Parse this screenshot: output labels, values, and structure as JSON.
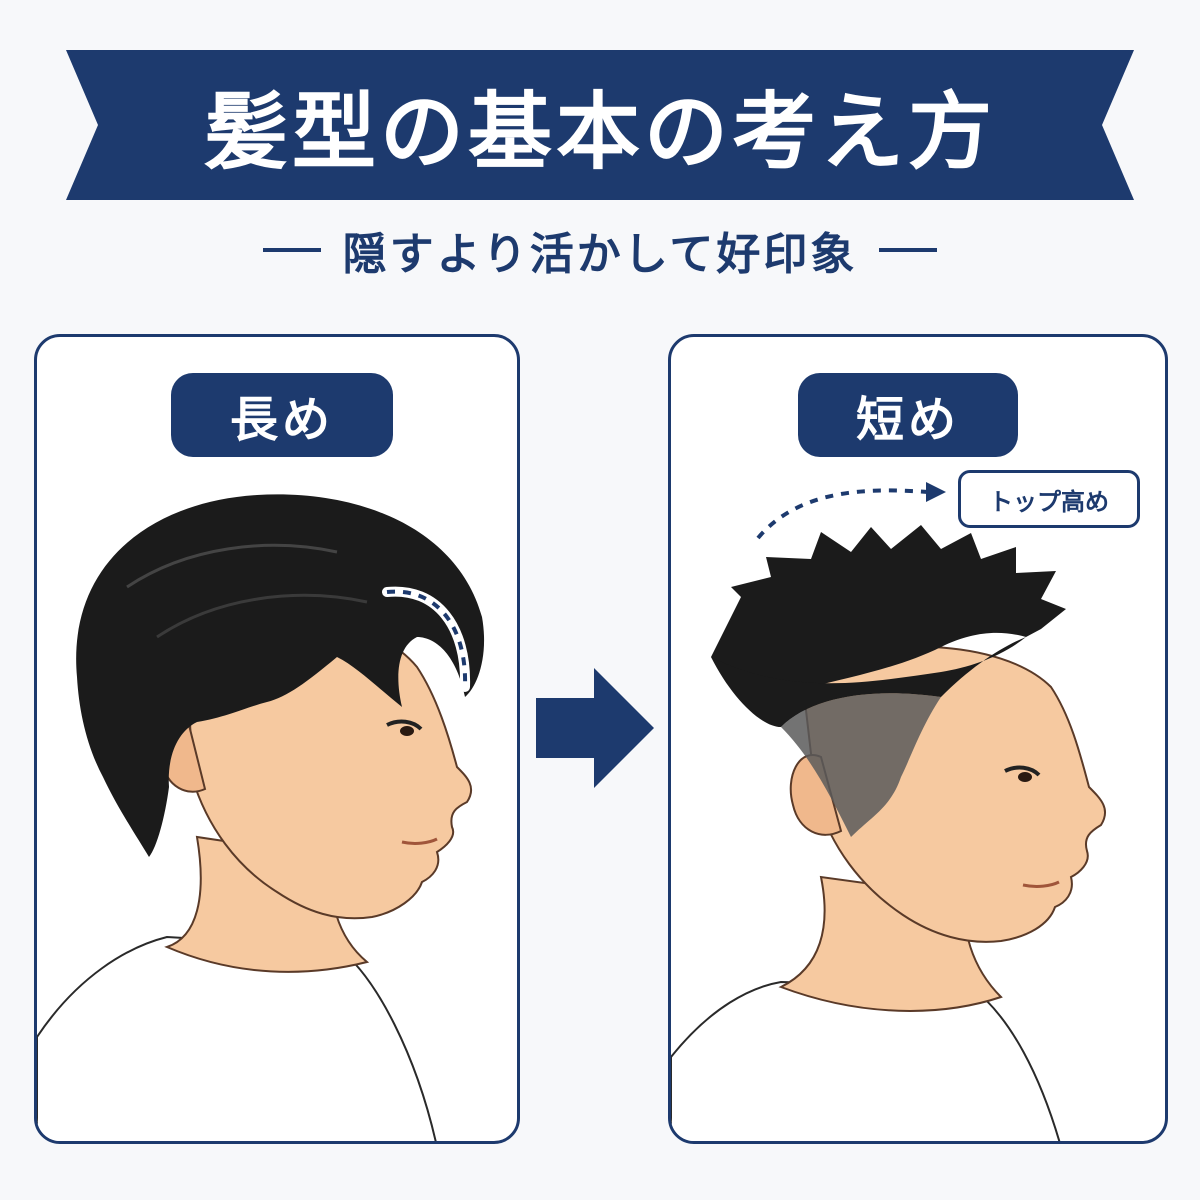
{
  "header": {
    "title": "髪型の基本の考え方",
    "subtitle": "隠すより活かして好印象"
  },
  "panels": {
    "left": {
      "label": "長め"
    },
    "right": {
      "label": "短め",
      "note": "トップ高め"
    }
  },
  "icons": {
    "center_arrow": "right-arrow-icon",
    "top_arrow": "dashed-curved-arrow-icon"
  },
  "colors": {
    "navy": "#1d3a6e",
    "background": "#f7f8fa",
    "skin": "#f6c9a0",
    "hair": "#1b1b1b",
    "shirt": "#ffffff"
  }
}
